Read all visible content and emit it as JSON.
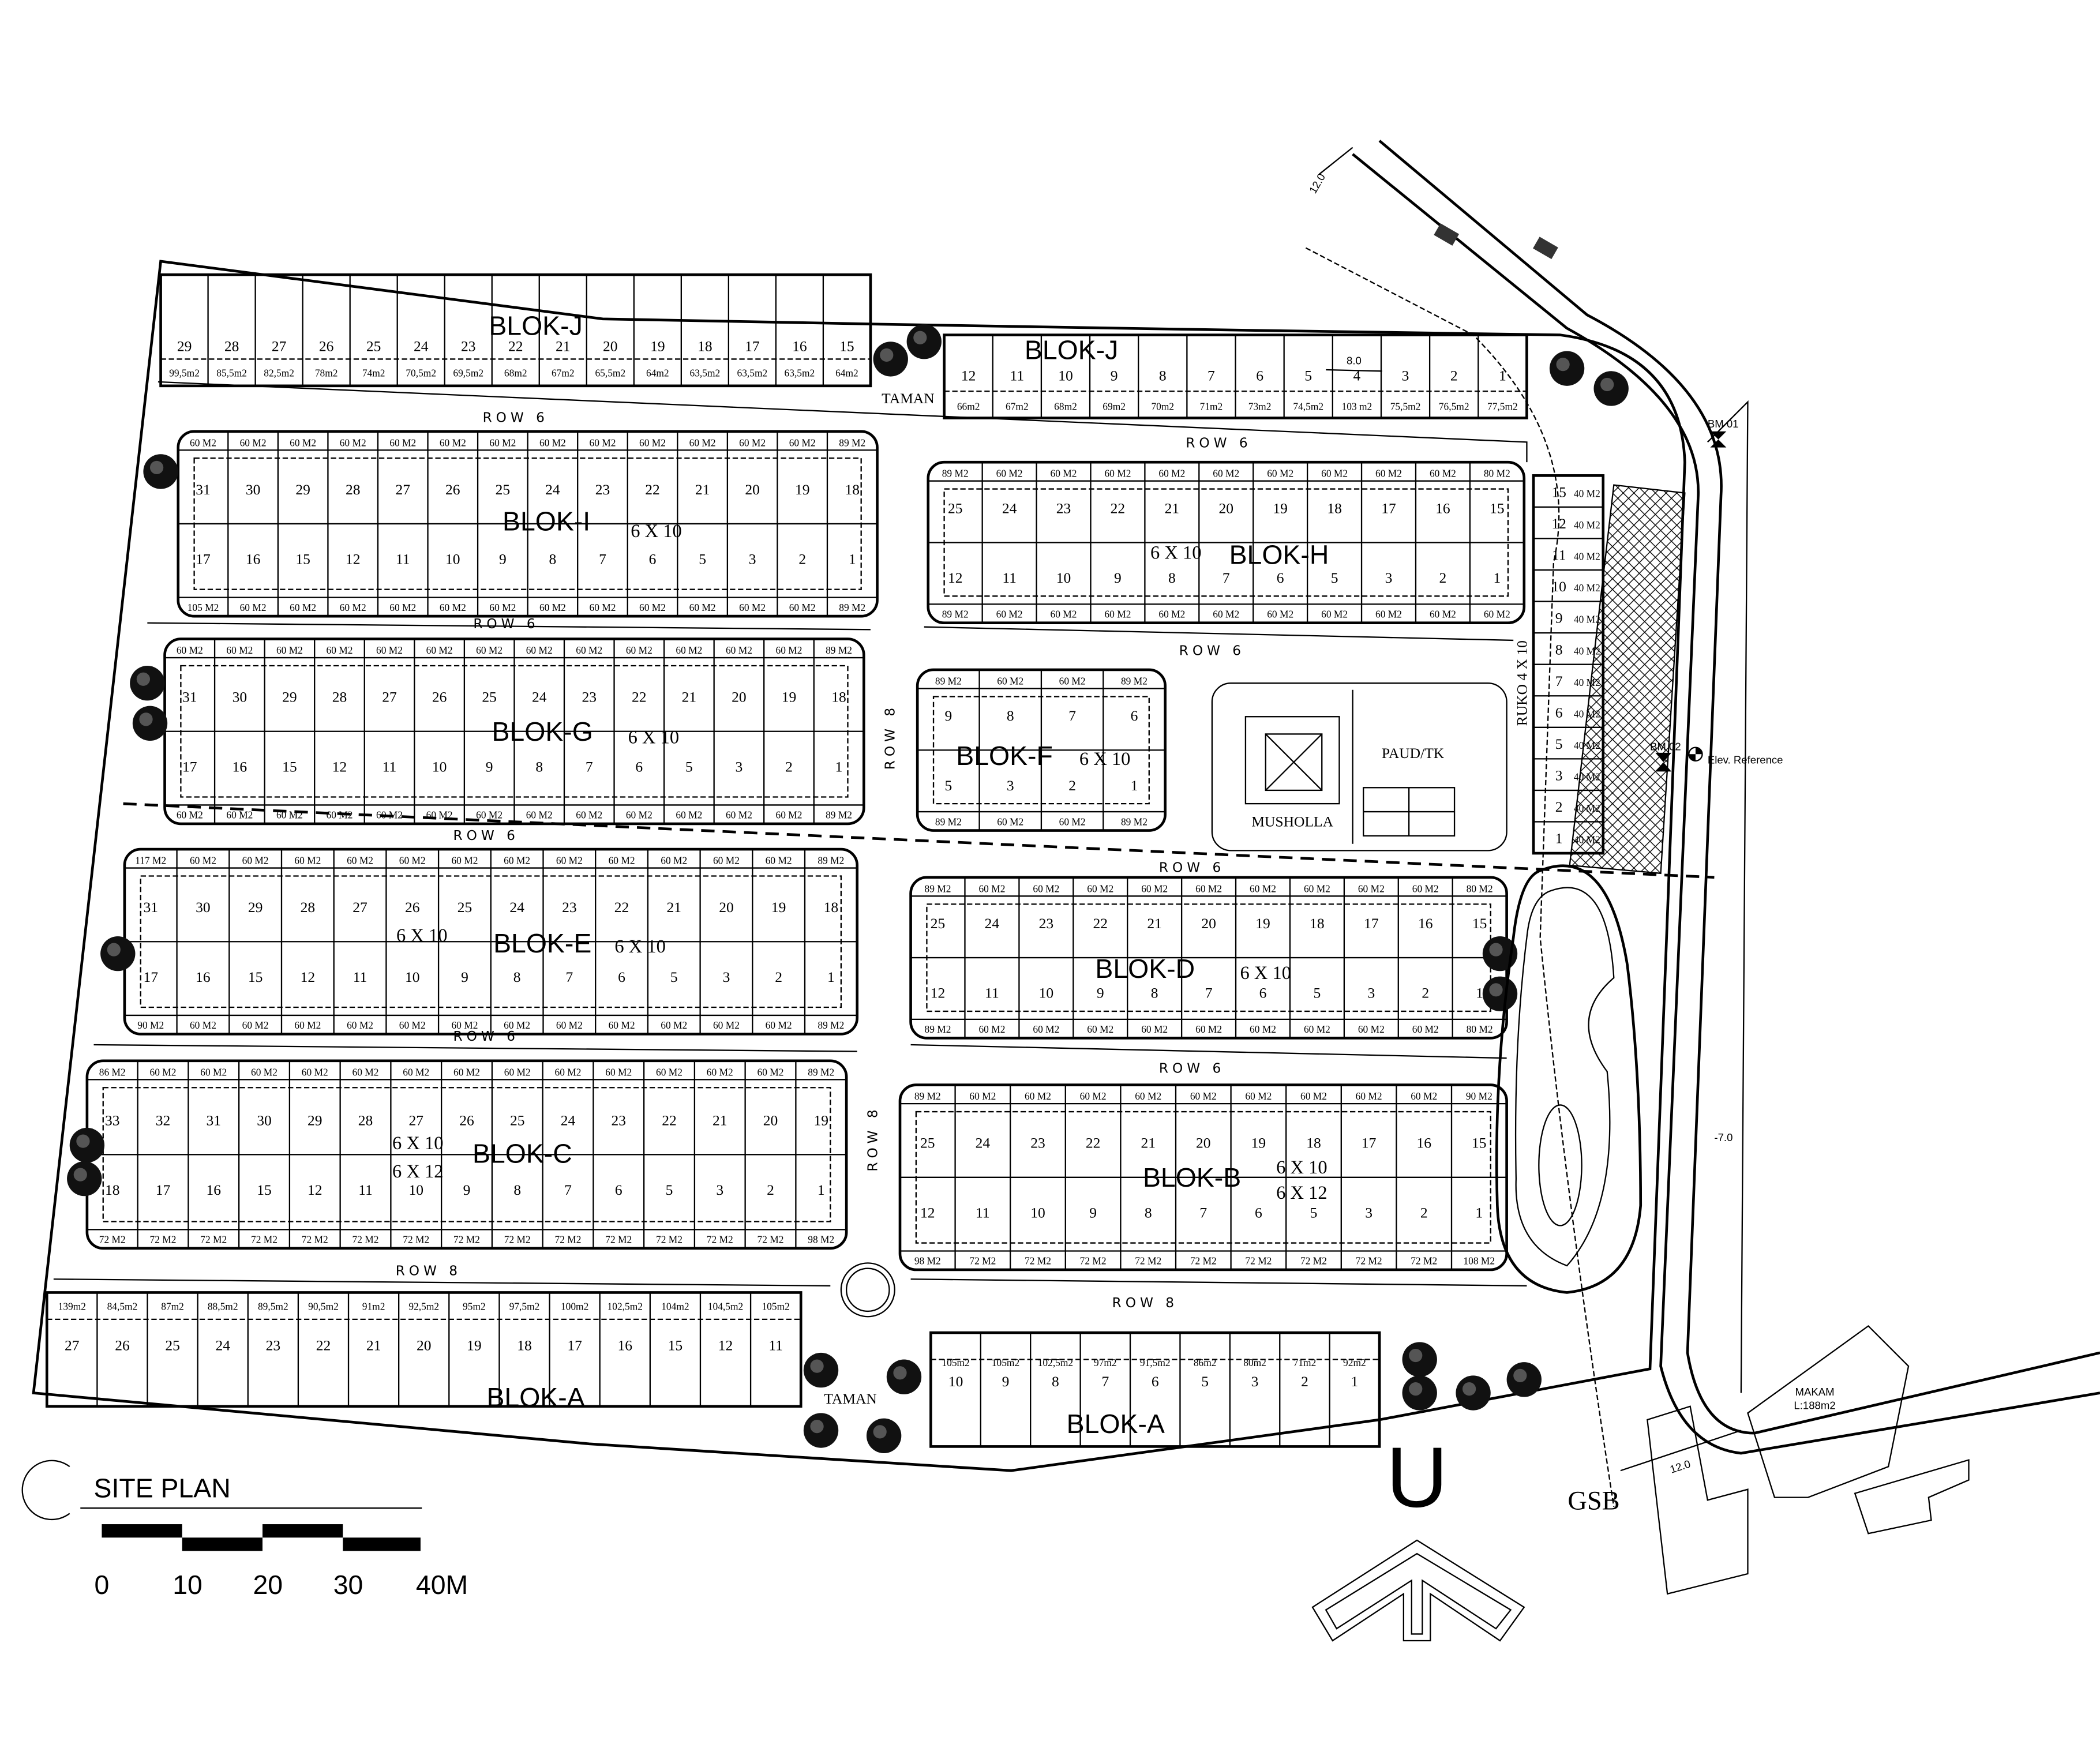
{
  "title": "SITE PLAN",
  "scale_labels": [
    "0",
    "10",
    "20",
    "30",
    "40M"
  ],
  "north_label": "U",
  "labels": {
    "row6": "ROW 6",
    "row8": "ROW 8",
    "taman": "TAMAN",
    "musholla": "MUSHOLLA",
    "paud": "PAUD/TK",
    "bm01": "BM 01",
    "bm02": "BM 02",
    "elev": "Elev. Reference",
    "contour": "-7.0",
    "makam": "MAKAM",
    "makam_area": "L:188m2",
    "gsb": "GSB",
    "dim12": "12.0",
    "dim8": "8.0",
    "ruko": "RUKO 4 X 10",
    "dim6x10": "6 X 10",
    "dim6x12": "6 X 12"
  },
  "blocks": {
    "J": {
      "name": "BLOK-J",
      "left": {
        "numbers": [
          "29",
          "28",
          "27",
          "26",
          "25",
          "24",
          "23",
          "22",
          "21",
          "20",
          "19",
          "18",
          "17",
          "16",
          "15"
        ],
        "areas": [
          "99,5m2",
          "85,5m2",
          "82,5m2",
          "78m2",
          "74m2",
          "70,5m2",
          "69,5m2",
          "68m2",
          "67m2",
          "65,5m2",
          "64m2",
          "63,5m2",
          "63,5m2",
          "63,5m2",
          "64m2"
        ]
      },
      "right": {
        "numbers": [
          "12",
          "11",
          "10",
          "9",
          "8",
          "7",
          "6",
          "5",
          "4",
          "3",
          "2",
          "1"
        ],
        "areas": [
          "66m2",
          "67m2",
          "68m2",
          "69m2",
          "70m2",
          "71m2",
          "73m2",
          "74,5m2",
          "103 m2",
          "75,5m2",
          "76,5m2",
          "77,5m2"
        ]
      }
    },
    "I": {
      "name": "BLOK-I",
      "top_areas": [
        "60 M2",
        "60 M2",
        "60 M2",
        "60 M2",
        "60 M2",
        "60 M2",
        "60 M2",
        "60 M2",
        "60 M2",
        "60 M2",
        "60 M2",
        "60 M2",
        "60 M2",
        "89 M2"
      ],
      "top_numbers": [
        "31",
        "30",
        "29",
        "28",
        "27",
        "26",
        "25",
        "24",
        "23",
        "22",
        "21",
        "20",
        "19",
        "18"
      ],
      "bottom_numbers": [
        "17",
        "16",
        "15",
        "12",
        "11",
        "10",
        "9",
        "8",
        "7",
        "6",
        "5",
        "3",
        "2",
        "1"
      ],
      "bottom_areas": [
        "105 M2",
        "60 M2",
        "60 M2",
        "60 M2",
        "60 M2",
        "60 M2",
        "60 M2",
        "60 M2",
        "60 M2",
        "60 M2",
        "60 M2",
        "60 M2",
        "60 M2",
        "89 M2"
      ]
    },
    "H": {
      "name": "BLOK-H",
      "top_areas": [
        "89 M2",
        "60 M2",
        "60 M2",
        "60 M2",
        "60 M2",
        "60 M2",
        "60 M2",
        "60 M2",
        "60 M2",
        "60 M2",
        "80 M2"
      ],
      "top_numbers": [
        "25",
        "24",
        "23",
        "22",
        "21",
        "20",
        "19",
        "18",
        "17",
        "16",
        "15"
      ],
      "bottom_numbers": [
        "12",
        "11",
        "10",
        "9",
        "8",
        "7",
        "6",
        "5",
        "3",
        "2",
        "1"
      ],
      "bottom_areas": [
        "89 M2",
        "60 M2",
        "60 M2",
        "60 M2",
        "60 M2",
        "60 M2",
        "60 M2",
        "60 M2",
        "60 M2",
        "60 M2",
        "60 M2"
      ]
    },
    "G": {
      "name": "BLOK-G",
      "top_areas": [
        "60 M2",
        "60 M2",
        "60 M2",
        "60 M2",
        "60 M2",
        "60 M2",
        "60 M2",
        "60 M2",
        "60 M2",
        "60 M2",
        "60 M2",
        "60 M2",
        "60 M2",
        "89 M2"
      ],
      "top_numbers": [
        "31",
        "30",
        "29",
        "28",
        "27",
        "26",
        "25",
        "24",
        "23",
        "22",
        "21",
        "20",
        "19",
        "18"
      ],
      "bottom_numbers": [
        "17",
        "16",
        "15",
        "12",
        "11",
        "10",
        "9",
        "8",
        "7",
        "6",
        "5",
        "3",
        "2",
        "1"
      ],
      "bottom_areas": [
        "60 M2",
        "60 M2",
        "60 M2",
        "60 M2",
        "60 M2",
        "60 M2",
        "60 M2",
        "60 M2",
        "60 M2",
        "60 M2",
        "60 M2",
        "60 M2",
        "60 M2",
        "89 M2"
      ]
    },
    "F": {
      "name": "BLOK-F",
      "top_areas": [
        "89 M2",
        "60 M2",
        "60 M2",
        "89 M2"
      ],
      "top_numbers": [
        "9",
        "8",
        "7",
        "6"
      ],
      "bottom_numbers": [
        "5",
        "3",
        "2",
        "1"
      ],
      "bottom_areas": [
        "89 M2",
        "60 M2",
        "60 M2",
        "89 M2"
      ]
    },
    "E": {
      "name": "BLOK-E",
      "top_areas": [
        "117 M2",
        "60 M2",
        "60 M2",
        "60 M2",
        "60 M2",
        "60 M2",
        "60 M2",
        "60 M2",
        "60 M2",
        "60 M2",
        "60 M2",
        "60 M2",
        "60 M2",
        "89 M2"
      ],
      "top_numbers": [
        "31",
        "30",
        "29",
        "28",
        "27",
        "26",
        "25",
        "24",
        "23",
        "22",
        "21",
        "20",
        "19",
        "18"
      ],
      "bottom_numbers": [
        "17",
        "16",
        "15",
        "12",
        "11",
        "10",
        "9",
        "8",
        "7",
        "6",
        "5",
        "3",
        "2",
        "1"
      ],
      "bottom_areas": [
        "90 M2",
        "60 M2",
        "60 M2",
        "60 M2",
        "60 M2",
        "60 M2",
        "60 M2",
        "60 M2",
        "60 M2",
        "60 M2",
        "60 M2",
        "60 M2",
        "60 M2",
        "89 M2"
      ]
    },
    "D": {
      "name": "BLOK-D",
      "top_areas": [
        "89 M2",
        "60 M2",
        "60 M2",
        "60 M2",
        "60 M2",
        "60 M2",
        "60 M2",
        "60 M2",
        "60 M2",
        "60 M2",
        "80 M2"
      ],
      "top_numbers": [
        "25",
        "24",
        "23",
        "22",
        "21",
        "20",
        "19",
        "18",
        "17",
        "16",
        "15"
      ],
      "bottom_numbers": [
        "12",
        "11",
        "10",
        "9",
        "8",
        "7",
        "6",
        "5",
        "3",
        "2",
        "1"
      ],
      "bottom_areas": [
        "89 M2",
        "60 M2",
        "60 M2",
        "60 M2",
        "60 M2",
        "60 M2",
        "60 M2",
        "60 M2",
        "60 M2",
        "60 M2",
        "80 M2"
      ]
    },
    "C": {
      "name": "BLOK-C",
      "top_areas": [
        "86 M2",
        "60 M2",
        "60 M2",
        "60 M2",
        "60 M2",
        "60 M2",
        "60 M2",
        "60 M2",
        "60 M2",
        "60 M2",
        "60 M2",
        "60 M2",
        "60 M2",
        "60 M2",
        "89 M2"
      ],
      "top_numbers": [
        "33",
        "32",
        "31",
        "30",
        "29",
        "28",
        "27",
        "26",
        "25",
        "24",
        "23",
        "22",
        "21",
        "20",
        "19"
      ],
      "bottom_numbers": [
        "18",
        "17",
        "16",
        "15",
        "12",
        "11",
        "10",
        "9",
        "8",
        "7",
        "6",
        "5",
        "3",
        "2",
        "1"
      ],
      "bottom_areas": [
        "72 M2",
        "72 M2",
        "72 M2",
        "72 M2",
        "72 M2",
        "72 M2",
        "72 M2",
        "72 M2",
        "72 M2",
        "72 M2",
        "72 M2",
        "72 M2",
        "72 M2",
        "72 M2",
        "98 M2"
      ]
    },
    "B": {
      "name": "BLOK-B",
      "top_areas": [
        "89 M2",
        "60 M2",
        "60 M2",
        "60 M2",
        "60 M2",
        "60 M2",
        "60 M2",
        "60 M2",
        "60 M2",
        "60 M2",
        "90 M2"
      ],
      "top_numbers": [
        "25",
        "24",
        "23",
        "22",
        "21",
        "20",
        "19",
        "18",
        "17",
        "16",
        "15"
      ],
      "bottom_numbers": [
        "12",
        "11",
        "10",
        "9",
        "8",
        "7",
        "6",
        "5",
        "3",
        "2",
        "1"
      ],
      "bottom_areas": [
        "98 M2",
        "72 M2",
        "72 M2",
        "72 M2",
        "72 M2",
        "72 M2",
        "72 M2",
        "72 M2",
        "72 M2",
        "72 M2",
        "108 M2"
      ]
    },
    "A": {
      "name": "BLOK-A",
      "left": {
        "numbers": [
          "27",
          "26",
          "25",
          "24",
          "23",
          "22",
          "21",
          "20",
          "19",
          "18",
          "17",
          "16",
          "15",
          "12",
          "11"
        ],
        "areas": [
          "139m2",
          "84,5m2",
          "87m2",
          "88,5m2",
          "89,5m2",
          "90,5m2",
          "91m2",
          "92,5m2",
          "95m2",
          "97,5m2",
          "100m2",
          "102,5m2",
          "104m2",
          "104,5m2",
          "105m2"
        ]
      },
      "right": {
        "numbers": [
          "10",
          "9",
          "8",
          "7",
          "6",
          "5",
          "3",
          "2",
          "1"
        ],
        "areas": [
          "105m2",
          "105m2",
          "102,5m2",
          "97m2",
          "91,5m2",
          "86m2",
          "80m2",
          "71m2",
          "92m2"
        ]
      }
    },
    "ruko": {
      "numbers": [
        "15",
        "12",
        "11",
        "10",
        "9",
        "8",
        "7",
        "6",
        "5",
        "3",
        "2",
        "1"
      ],
      "areas": [
        "40 M2",
        "40 M2",
        "40 M2",
        "40 M2",
        "40 M2",
        "40 M2",
        "40 M2",
        "40 M2",
        "40 M2",
        "40 M2",
        "40 M2",
        "40 M2"
      ]
    }
  }
}
